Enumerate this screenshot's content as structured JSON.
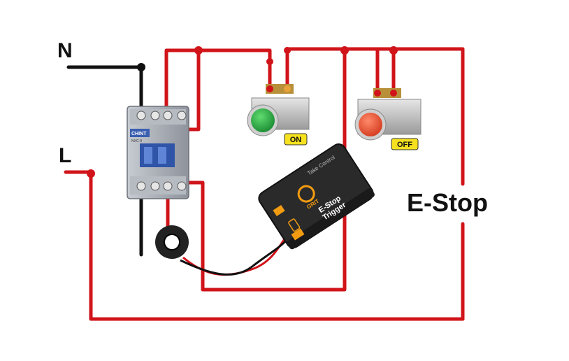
{
  "labels": {
    "neutral": "N",
    "live": "L",
    "estop": "E-Stop"
  },
  "contactor": {
    "brand": "CHINT",
    "model": "NXC-9"
  },
  "buttons": {
    "on": {
      "tag": "ON",
      "color": "#2fb34a"
    },
    "off": {
      "tag": "OFF",
      "color": "#f05a3c"
    }
  },
  "device": {
    "tagline": "Take Control",
    "brand": "GRIT",
    "line1": "E-Stop",
    "line2": "Trigger",
    "accent": "#f39c12"
  },
  "colors": {
    "wire_live": "#d0141a",
    "wire_neutral": "#111111",
    "tag_yellow": "#f6e11f"
  }
}
